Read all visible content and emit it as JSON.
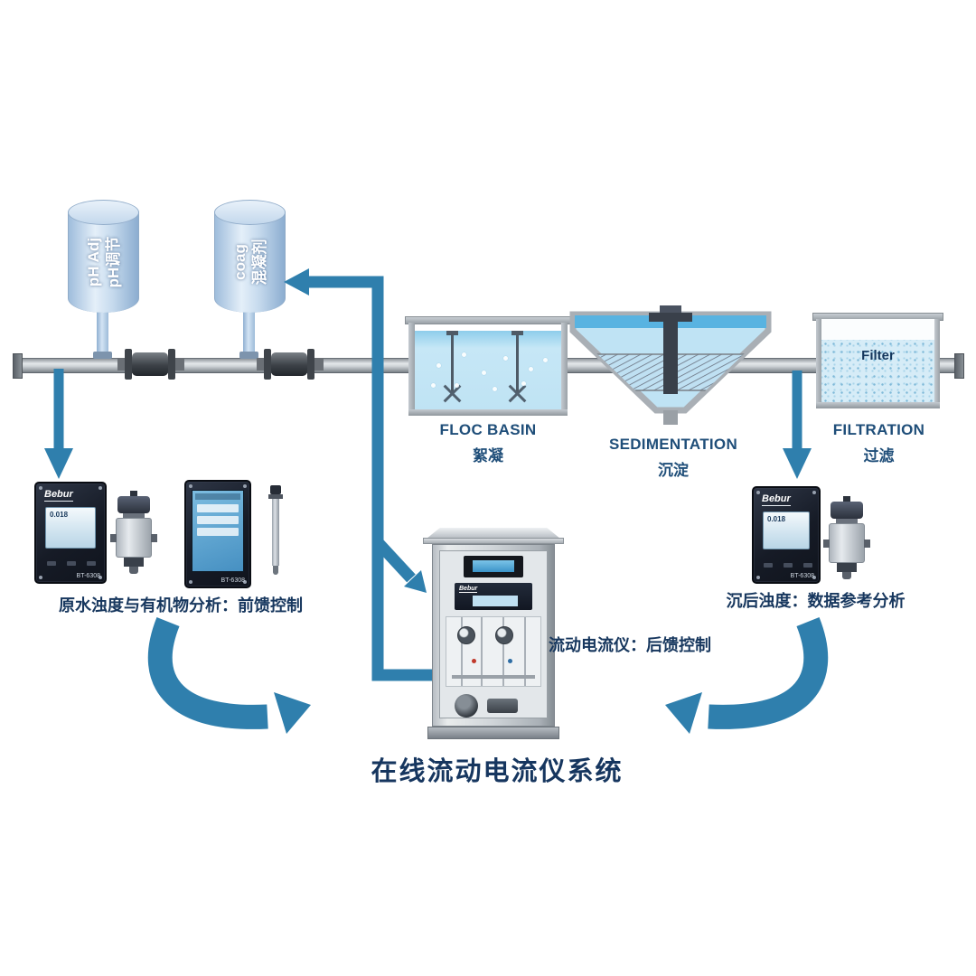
{
  "title": "在线流动电流仪系统",
  "colors": {
    "arrow": "#2F7FAD",
    "caption": "#17375E",
    "basin_label": "#1F4E79",
    "water": "#BFE3F4"
  },
  "tanks": {
    "ph": {
      "line1": "pH Adj",
      "line2": "pH调节"
    },
    "coag": {
      "line1": "coag",
      "line2": "混凝剂"
    }
  },
  "basins": {
    "floc": {
      "en": "FLOC BASIN",
      "zh": "絮凝"
    },
    "sedimentation": {
      "en": "SEDIMENTATION",
      "zh": "沉淀"
    },
    "filtration": {
      "en": "FILTRATION",
      "zh": "过滤",
      "media": "Filter"
    }
  },
  "analyzers": {
    "brand": "Bebur",
    "model": "BT-6308",
    "reading": "0.018",
    "left_caption": "原水浊度与有机物分析：前馈控制",
    "right_caption": "沉后浊度：数据参考分析",
    "cabinet_caption": "流动电流仪：后馈控制"
  }
}
